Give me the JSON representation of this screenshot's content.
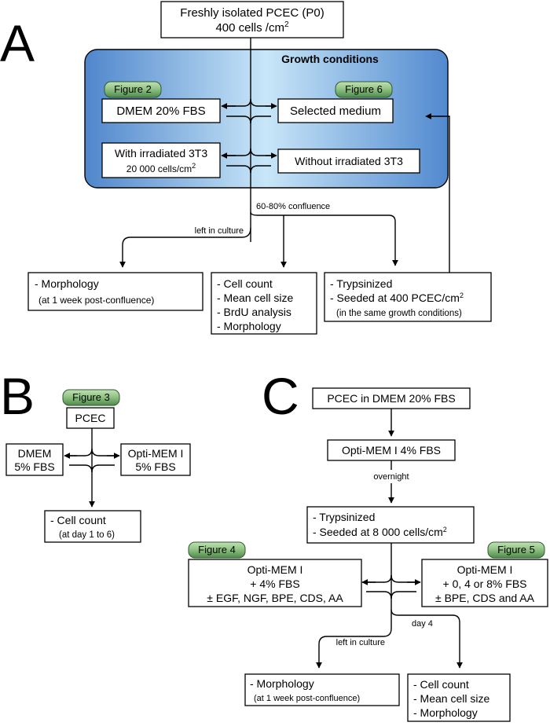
{
  "panel_a": {
    "letter": "A",
    "source": {
      "line1": "Freshly isolated PCEC (P0)",
      "line2_prefix": "400 cells /cm",
      "line2_sup": "2"
    },
    "growth_title": "Growth conditions",
    "badge_left": "Figure 2",
    "badge_right": "Figure 6",
    "dmem": "DMEM 20% FBS",
    "selected": "Selected medium",
    "with_3t3": {
      "line1": "With irradiated 3T3",
      "line2_prefix": "20 000 cells/cm",
      "line2_sup": "2"
    },
    "without_3t3": "Without irradiated 3T3",
    "confluence_label": "60-80% confluence",
    "left_in_culture": "left in culture",
    "out1": {
      "line1": "- Morphology",
      "line2": "(at 1 week post-confluence)"
    },
    "out2": {
      "line1": "- Cell count",
      "line2": "- Mean cell size",
      "line3": "- BrdU analysis",
      "line4": "- Morphology"
    },
    "out3": {
      "line1": "- Trypsinized",
      "line2_prefix": "- Seeded at 400 PCEC/cm",
      "line2_sup": "2",
      "line3": "(in the same growth conditions)"
    }
  },
  "panel_b": {
    "letter": "B",
    "badge": "Figure 3",
    "pcec": "PCEC",
    "left": {
      "line1": "DMEM",
      "line2": "5% FBS"
    },
    "right": {
      "line1": "Opti-MEM I",
      "line2": "5% FBS"
    },
    "out": {
      "line1": "- Cell count",
      "line2": "(at day 1 to 6)"
    }
  },
  "panel_c": {
    "letter": "C",
    "start": "PCEC in DMEM 20% FBS",
    "opti": "Opti-MEM I 4% FBS",
    "overnight": "overnight",
    "tryp": {
      "line1": "- Trypsinized",
      "line2_prefix": "- Seeded at 8 000 cells/cm",
      "line2_sup": "2"
    },
    "badge_left": "Figure 4",
    "badge_right": "Figure 5",
    "left_box": {
      "line1": "Opti-MEM I",
      "line2": "+ 4% FBS",
      "line3": "± EGF, NGF, BPE, CDS, AA"
    },
    "right_box": {
      "line1": "Opti-MEM I",
      "line2": "+ 0, 4 or 8% FBS",
      "line3": "± BPE, CDS and AA"
    },
    "left_in_culture": "left in culture",
    "day4": "day 4",
    "out1": {
      "line1": "- Morphology",
      "line2": "(at 1 week post-confluence)"
    },
    "out2": {
      "line1": "- Cell count",
      "line2": "- Mean cell size",
      "line3": "- Morphology"
    }
  },
  "colors": {
    "panel_blue_light": "#c8e6f8",
    "panel_blue_dark": "#4f86cc",
    "badge_green_light": "#a9cf9e",
    "badge_green_dark": "#4f8a4c"
  }
}
